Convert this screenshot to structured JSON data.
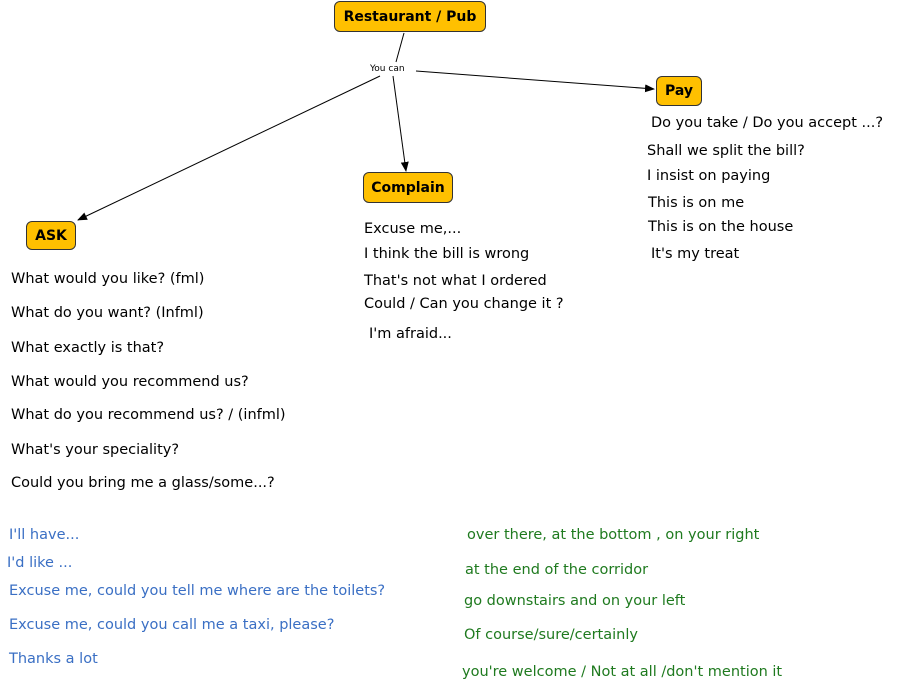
{
  "nodes": {
    "root": "Restaurant / Pub",
    "pay": "Pay",
    "complain": "Complain",
    "ask": "ASK"
  },
  "link_label": "You can",
  "colors": {
    "node_fill": "#ffc000",
    "node_border": "#333333",
    "blue_text": "#3a6fc4",
    "green_text": "#1f7a1f"
  },
  "pay_phrases": [
    "Do you take /  Do you accept ...?",
    "Shall we split the bill?",
    "I insist on paying",
    "This is on me",
    "This is on the house",
    "It's my treat"
  ],
  "complain_phrases": [
    "Excuse me,...",
    "I think the bill is wrong",
    "That's not what I ordered",
    "Could / Can you change it ?",
    "I'm afraid..."
  ],
  "ask_phrases": [
    "What would you like?  (fml)",
    "What do you want?  (Infml)",
    "What exactly is that?",
    "What would you recommend us?",
    "What do you recommend us? / (infml)",
    "What's your speciality?",
    "Could you bring me a glass/some...?"
  ],
  "customer_phrases": [
    "I'll have...",
    "I'd like ...",
    "Excuse me, could you tell me where are the toilets?",
    "Excuse me, could you call me a taxi, please?",
    "Thanks a lot"
  ],
  "response_phrases": [
    "over there, at the bottom , on your right",
    "at the end of the corridor",
    "go downstairs and on your left",
    "Of course/sure/certainly",
    "you're welcome / Not at all /don't mention it"
  ]
}
